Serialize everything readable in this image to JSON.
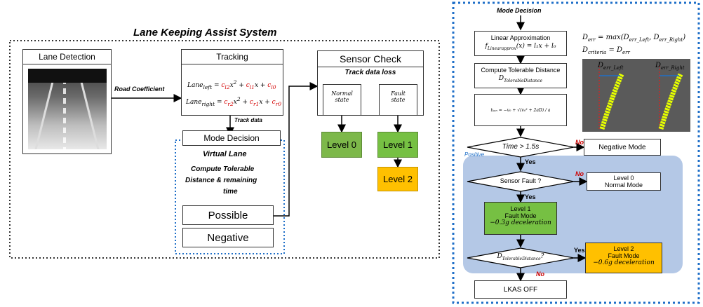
{
  "left": {
    "title": "Lane Keeping Assist System",
    "lane_detection": "Lane Detection",
    "road_coefficient": "Road Coefficient",
    "tracking": "Tracking",
    "eq_left": [
      "Lane",
      "left",
      " = ",
      "c",
      "l2",
      "x",
      "2",
      " + ",
      "c",
      "l1",
      "x + ",
      "c",
      "l0"
    ],
    "eq_right": [
      "Lane",
      "right",
      " = ",
      "c",
      "r2",
      "x",
      "2",
      " + ",
      "c",
      "r1",
      "x + ",
      "c",
      "r0"
    ],
    "track_data": "Track data",
    "mode_decision": "Mode Decision",
    "virtual_lane": "Virtual Lane",
    "compute_line1": "Compute Tolerable",
    "compute_line2": "Distance & remaining",
    "compute_line3": "time",
    "possible": "Possible",
    "negative": "Negative",
    "sensor_check": "Sensor Check",
    "track_data_loss": "Track data loss",
    "normal_state_1": "Normal",
    "normal_state_2": "state",
    "fault_state_1": "Fault",
    "fault_state_2": "state",
    "level0": "Level 0",
    "level1": "Level 1",
    "level2": "Level 2"
  },
  "right": {
    "mode_decision": "Mode Decision",
    "linear_approx": "Linear Approximation",
    "linear_eq_lhs": "f",
    "linear_eq_sub": "Linearapprox",
    "linear_eq_rhs": "(x) = l₁x + l₀",
    "compute_tolerable": "Compute Tolerable Distance",
    "d_tol": "D",
    "d_tol_sub": "TolerableDistance",
    "t_eq": "tₖₐₙ = −v₀ + √(v₀² + 2aD)  / a",
    "time_cond": "Time > 1.5s",
    "no1": "No",
    "negative_mode": "Negative Mode",
    "positive": "Positive",
    "yes1": "Yes",
    "sensor_fault": "Sensor Fault ?",
    "no2": "No",
    "level0_title": "Level 0",
    "level0_sub": "Normal Mode",
    "yes2": "Yes",
    "level1_title": "Level 1",
    "level1_sub": "Fault Mode",
    "level1_decel": "−0.3g deceleration",
    "d_tol_cond": "D",
    "d_tol_cond_sub": "TolerableDistance",
    "d_tol_cond_q": "?",
    "yes3": "Yes",
    "level2_title": "Level 2",
    "level2_sub": "Fault Mode",
    "level2_decel": "−0.6g deceleration",
    "no3": "No",
    "lkas_off": "LKAS OFF",
    "derr_eq": "D",
    "derr_sub": "err",
    "derr_rhs": " = max(D",
    "derr_left_sub": "err_Left",
    "derr_comma": ", D",
    "derr_right_sub": "err_Right",
    "derr_close": ")",
    "dcrit": "D",
    "dcrit_sub": "criteria",
    "dcrit_rhs": " = D",
    "dcrit_rhs_sub": "err",
    "img_left_lbl": "D",
    "img_left_sub": "err_Left",
    "img_right_lbl": "D",
    "img_right_sub": "err_Right"
  },
  "colors": {
    "green_box": "#7db84a",
    "level1_green": "#76c043",
    "yellow": "#ffc000",
    "blue_dotted": "#1f6fc8",
    "positive_region": "#b4c8e6"
  }
}
